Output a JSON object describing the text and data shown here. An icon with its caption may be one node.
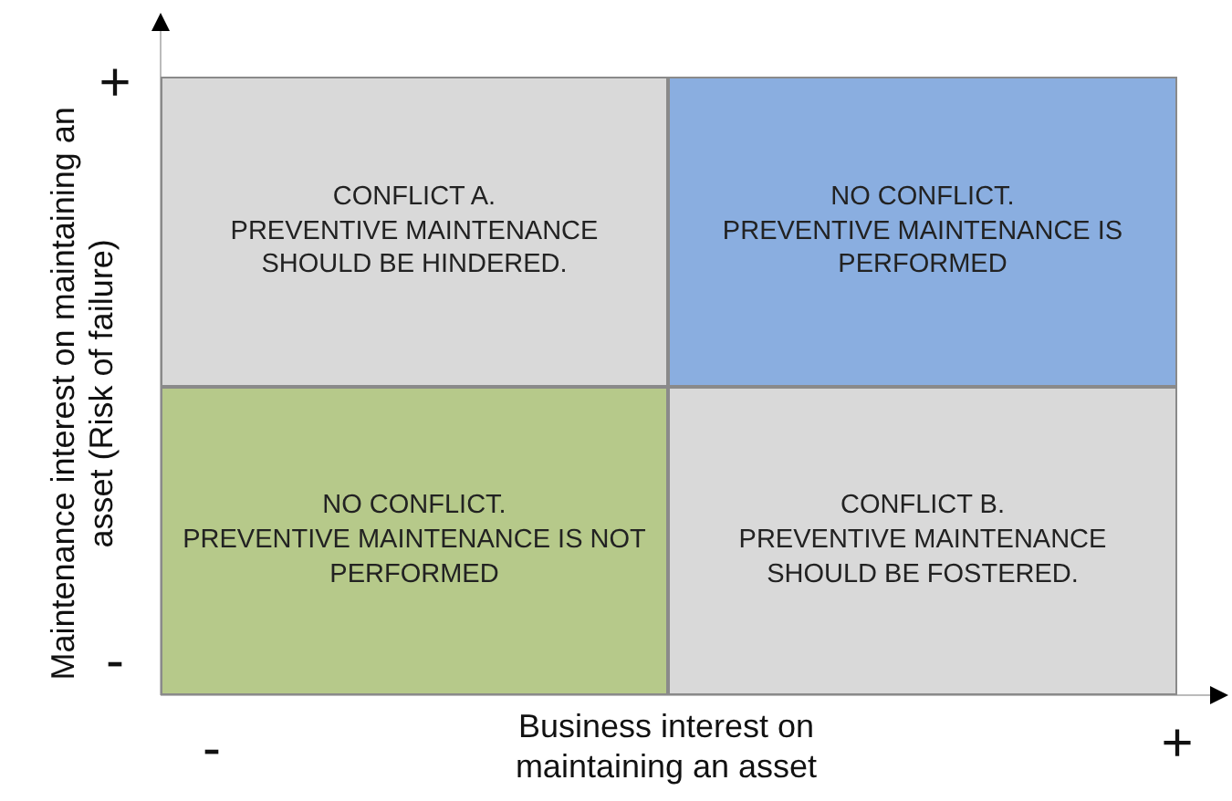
{
  "diagram": {
    "nodes": [
      {
        "text": [
          "CONFLICT A.",
          "PREVENTIVE MAINTENANCE SHOULD BE HINDERED."
        ]
      },
      {
        "text": [
          "NO CONFLICT.",
          "PREVENTIVE MAINTENANCE IS PERFORMED"
        ]
      },
      {
        "text": [
          "NO CONFLICT.",
          "PREVENTIVE MAINTENANCE IS NOT PERFORMED"
        ]
      },
      {
        "text": [
          "CONFLICT B.",
          "PREVENTIVE MAINTENANCE SHOULD BE FOSTERED."
        ]
      }
    ],
    "labels": [
      "+",
      "Maintenance interest on maintaining an asset (Risk of failure)",
      "-",
      "-",
      "Business interest on maintaining an asset",
      "+"
    ]
  }
}
